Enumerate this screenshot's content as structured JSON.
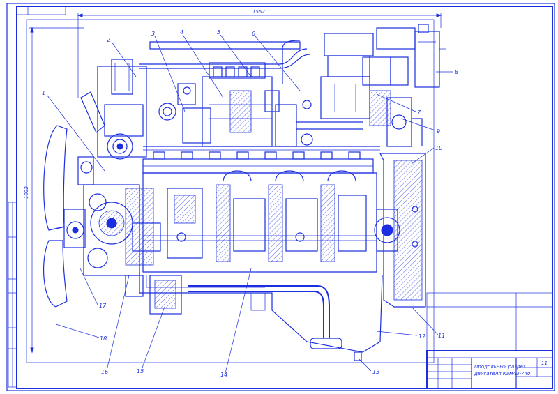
{
  "drawing": {
    "dim_width": "1552",
    "dim_height": "1022",
    "title_line1": "Продольный разрез",
    "title_line2": "двигателя КамАЗ-740",
    "sheet_number": "11"
  },
  "callouts": [
    "1",
    "2",
    "3",
    "4",
    "5",
    "6",
    "7",
    "8",
    "9",
    "10",
    "11",
    "12",
    "13",
    "14",
    "15",
    "16",
    "17",
    "18"
  ],
  "colors": {
    "ink": "#1c2fe0",
    "paper": "#ffffff"
  }
}
